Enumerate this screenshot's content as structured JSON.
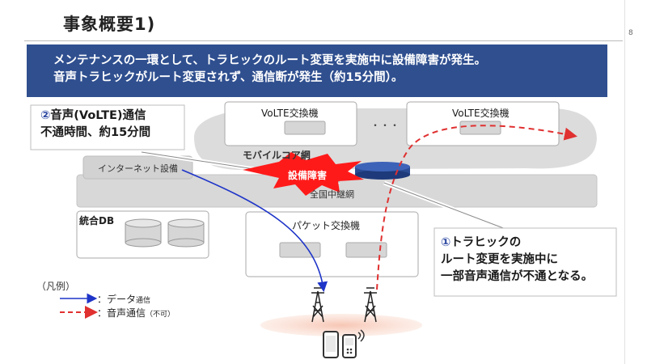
{
  "title": "事象概要1)",
  "page_number": "8",
  "banner": {
    "line1": "メンテナンスの一環として、トラヒックのルート変更を実施中に設備障害が発生。",
    "line2": "音声トラヒックがルート変更されず、通信断が発生（約15分間）。"
  },
  "nodes": {
    "volte1": "VoLTE交換機",
    "volte2": "VoLTE交換機",
    "ellipsis": "・・・",
    "mobile_core": "モバイルコア網",
    "internet": "インターネット設備",
    "failure": "設備障害",
    "backbone": "全国中継網",
    "db": "統合DB",
    "packet": "パケット交換機"
  },
  "callout_voice": {
    "num": "②",
    "line1": "音声(VoLTE)通信",
    "line2": "不通時間、約15分間"
  },
  "callout_traffic": {
    "num": "①",
    "line1": "トラヒックの",
    "line2": "ルート変更を実施中に",
    "line3": "一部音声通信が不通となる。"
  },
  "legend": {
    "title": "（凡例）",
    "data_prefix": "：データ",
    "data_suffix": "通信",
    "voice_prefix": "：音声通信",
    "voice_suffix": "（不可）"
  },
  "colors": {
    "banner": "#2f4f8f",
    "data_line": "#1f35c8",
    "voice_line": "#e03030",
    "failure": "#ff1a1a",
    "router": "#2b4c94"
  },
  "icons": [
    "cell-tower-icon",
    "mobile-phone-icon",
    "database-icon",
    "router-icon",
    "explosion-icon"
  ]
}
